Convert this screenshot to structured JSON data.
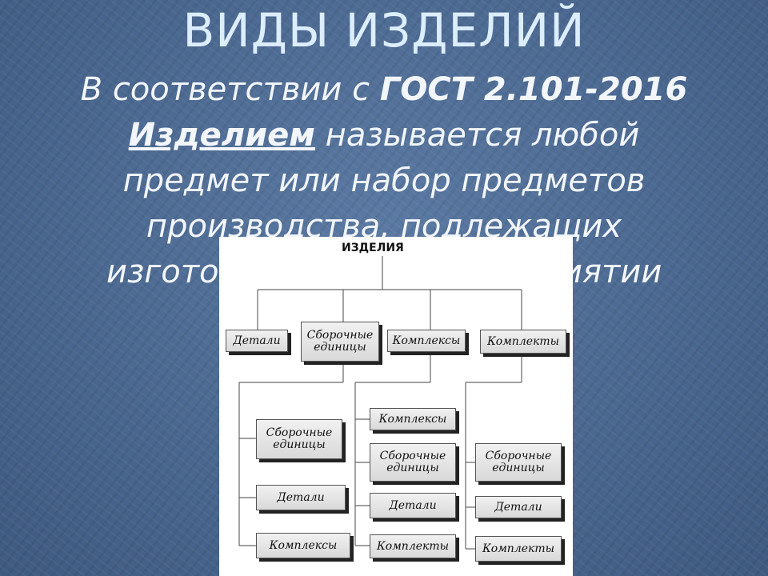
{
  "slide": {
    "title": "ВИДЫ ИЗДЕЛИЙ",
    "line1_prefix": "В соответствии с ",
    "line1_bold": "ГОСТ 2.101-2016",
    "line2_term": "Изделием",
    "line2_rest": " называется любой",
    "line3": "предмет или набор предметов",
    "line4": "производства, подлежащих",
    "line5_left": "изгото",
    "line5_right": "иятии"
  },
  "diagram": {
    "root": "ИЗДЕЛИЯ",
    "level1": [
      "Детали",
      "Сборочные единицы",
      "Комплексы",
      "Комплекты"
    ],
    "col_assembly": [
      "Сборочные единицы",
      "Детали",
      "Комплексы"
    ],
    "col_complex": [
      "Комплексы",
      "Сборочные единицы",
      "Детали",
      "Комплекты"
    ],
    "col_kit": [
      "Сборочные единицы",
      "Детали",
      "Комплекты"
    ]
  }
}
